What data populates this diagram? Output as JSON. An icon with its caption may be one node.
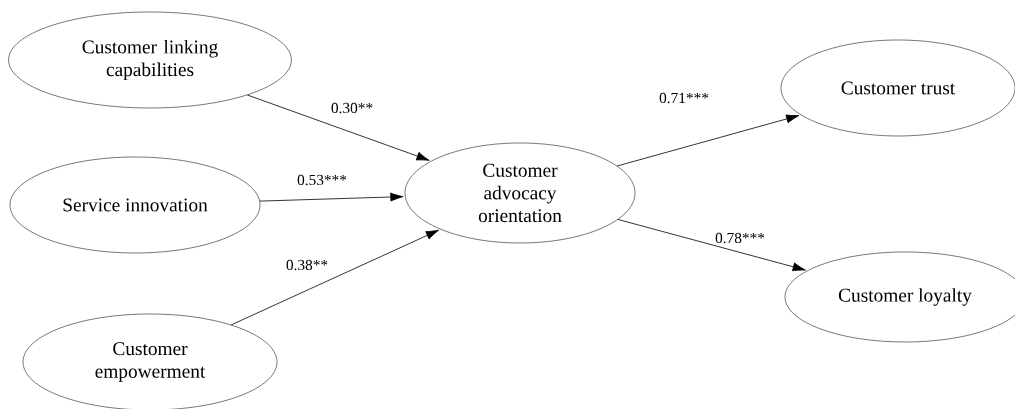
{
  "diagram": {
    "nodes": [
      {
        "text": [
          "Customer linking capabilities"
        ]
      },
      {
        "text": [
          "Service innovation"
        ]
      },
      {
        "text": [
          "Customer empowerment"
        ]
      },
      {
        "text": [
          "Customer advocacy orientation"
        ]
      },
      {
        "text": [
          "Customer trust"
        ]
      },
      {
        "text": [
          "Customer loyalty"
        ]
      }
    ],
    "edges": [
      {
        "from": 0,
        "to": 3,
        "arrow": "to",
        "label": "0.30**"
      },
      {
        "from": 1,
        "to": 3,
        "arrow": "to",
        "label": "0.53***"
      },
      {
        "from": 2,
        "to": 3,
        "arrow": "to",
        "label": "0.38**"
      },
      {
        "from": 3,
        "to": 4,
        "arrow": "to",
        "label": "0.71***"
      },
      {
        "from": 3,
        "to": 5,
        "arrow": "to",
        "label": "0.78***"
      }
    ]
  }
}
